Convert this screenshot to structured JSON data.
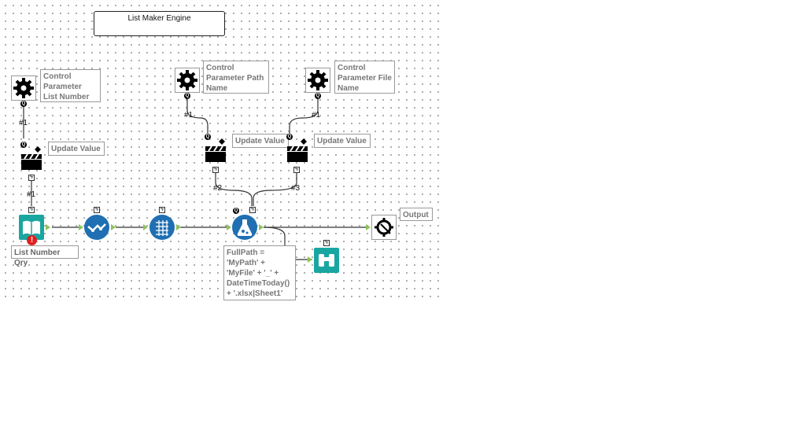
{
  "title_box": "List Maker Engine",
  "annotations": {
    "control_list": "Control Parameter List Number",
    "control_path": "Control Parameter Path Name",
    "control_file": "Control Parameter File Name",
    "update_1": "Update Value",
    "update_2": "Update Value",
    "update_3": "Update Value",
    "input": "List Number Qry",
    "formula": "FullPath = 'MyPath' + 'MyFile' + '_' + DateTimeToday() + '.xlsx|Sheet1'",
    "output": "Output"
  },
  "connection_labels": {
    "c1": "#1",
    "c2": "#1",
    "c3": "#1",
    "c4": "#1",
    "c5": "#2",
    "c6": "#3"
  },
  "icons": {
    "control_param": "gear-icon",
    "action": "clapperboard-icon",
    "input": "book-icon",
    "select": "checkmark-flow-icon",
    "crosstab": "grid-icon",
    "formula": "flask-icon",
    "browse": "binoculars-icon",
    "macro_output": "gear-arrows-icon"
  },
  "colors": {
    "tool_blue": "#1f6fb2",
    "tool_teal": "#1aa6a0",
    "connector_green": "#8fc35a",
    "error_red": "#e02020"
  }
}
